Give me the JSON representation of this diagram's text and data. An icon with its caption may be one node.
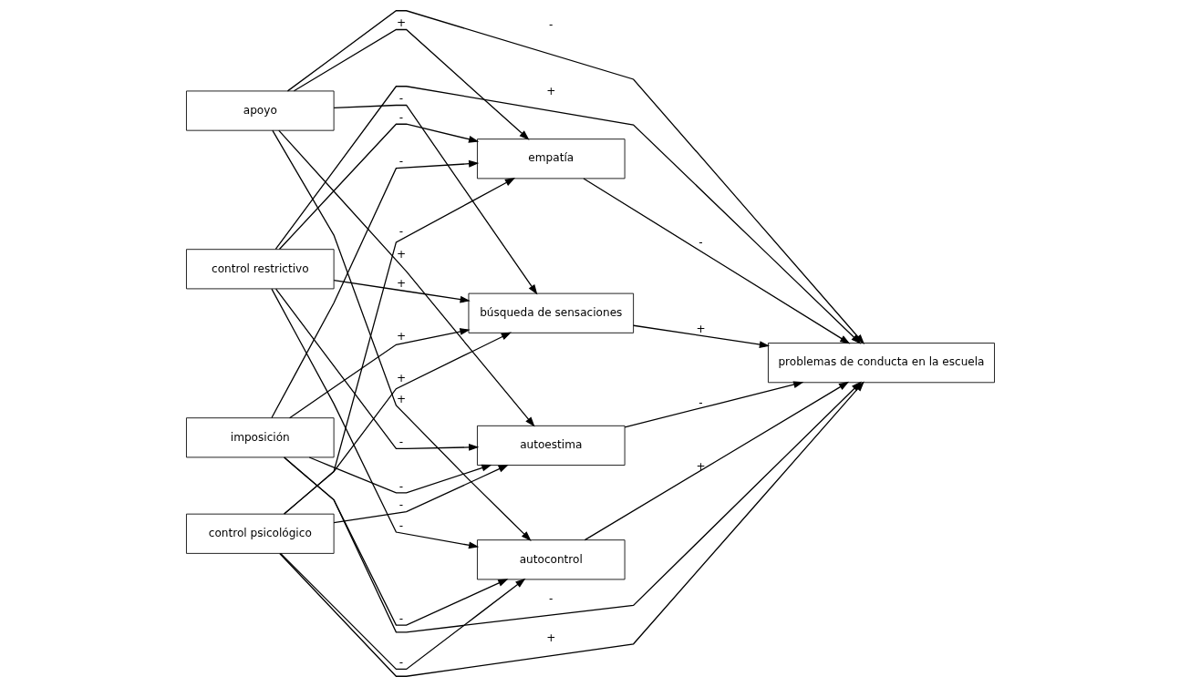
{
  "diagram": {
    "nodes": [
      {
        "text": [
          "apoyo"
        ]
      },
      {
        "text": [
          "control restrictivo"
        ]
      },
      {
        "text": [
          "imposición"
        ]
      },
      {
        "text": [
          "control psicológico"
        ]
      },
      {
        "text": [
          "empatía"
        ]
      },
      {
        "text": [
          "búsqueda de sensaciones"
        ]
      },
      {
        "text": [
          "autoestima"
        ]
      },
      {
        "text": [
          "autocontrol"
        ]
      },
      {
        "text": [
          "problemas de conducta en la escuela"
        ]
      }
    ],
    "edges": [
      {
        "from": 0,
        "to": 4,
        "arrow": "to",
        "label": "+"
      },
      {
        "from": 0,
        "to": 5,
        "arrow": "to",
        "label": "-"
      },
      {
        "from": 0,
        "to": 6,
        "arrow": "to",
        "label": "+"
      },
      {
        "from": 0,
        "to": 7,
        "arrow": "to",
        "label": "+"
      },
      {
        "from": 0,
        "to": 8,
        "arrow": "to",
        "label": "-"
      },
      {
        "from": 1,
        "to": 4,
        "arrow": "to",
        "label": "-"
      },
      {
        "from": 1,
        "to": 5,
        "arrow": "to",
        "label": "+"
      },
      {
        "from": 1,
        "to": 6,
        "arrow": "to",
        "label": "-"
      },
      {
        "from": 1,
        "to": 7,
        "arrow": "to",
        "label": "-"
      },
      {
        "from": 1,
        "to": 8,
        "arrow": "to",
        "label": "+"
      },
      {
        "from": 2,
        "to": 4,
        "arrow": "to",
        "label": "-"
      },
      {
        "from": 2,
        "to": 5,
        "arrow": "to",
        "label": "+"
      },
      {
        "from": 2,
        "to": 6,
        "arrow": "to",
        "label": "-"
      },
      {
        "from": 2,
        "to": 7,
        "arrow": "to",
        "label": "-"
      },
      {
        "from": 2,
        "to": 8,
        "arrow": "to",
        "label": "-"
      },
      {
        "from": 3,
        "to": 4,
        "arrow": "to",
        "label": "-"
      },
      {
        "from": 3,
        "to": 5,
        "arrow": "to",
        "label": "+"
      },
      {
        "from": 3,
        "to": 6,
        "arrow": "to",
        "label": "-"
      },
      {
        "from": 3,
        "to": 7,
        "arrow": "to",
        "label": "-"
      },
      {
        "from": 3,
        "to": 8,
        "arrow": "to",
        "label": "+"
      },
      {
        "from": 4,
        "to": 8,
        "arrow": "to",
        "label": "-"
      },
      {
        "from": 5,
        "to": 8,
        "arrow": "to",
        "label": "+"
      },
      {
        "from": 6,
        "to": 8,
        "arrow": "to",
        "label": "-"
      },
      {
        "from": 7,
        "to": 8,
        "arrow": "to",
        "label": "+"
      }
    ]
  }
}
